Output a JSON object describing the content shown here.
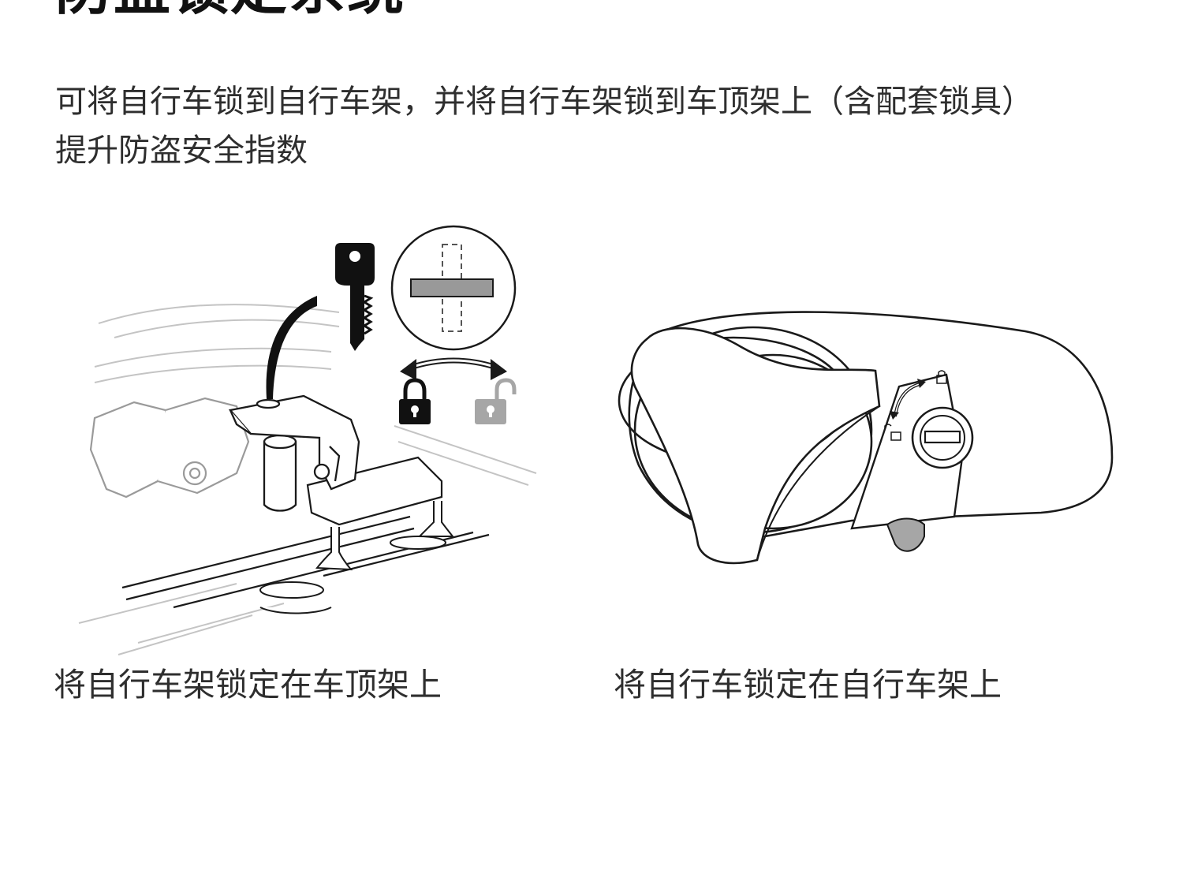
{
  "header": {
    "title": "防盗锁定系统"
  },
  "description": {
    "line1": "可将自行车锁到自行车架，并将自行车架锁到车顶架上（含配套锁具）",
    "line2": "提升防盗安全指数"
  },
  "illustrations": {
    "left": {
      "caption": "将自行车架锁定在车顶架上",
      "icons": [
        "key-icon",
        "lock-closed-icon",
        "lock-open-icon",
        "rotate-arrow-icon"
      ]
    },
    "right": {
      "caption": "将自行车锁定在自行车架上",
      "icons": [
        "lock-cylinder-icon",
        "rotate-arrow-icon",
        "lock-closed-icon",
        "lock-open-icon"
      ]
    }
  },
  "colors": {
    "text": "#2e2e2e",
    "line": "#1a1a1a",
    "muted": "#a6a6a6",
    "slot": "#999999"
  }
}
